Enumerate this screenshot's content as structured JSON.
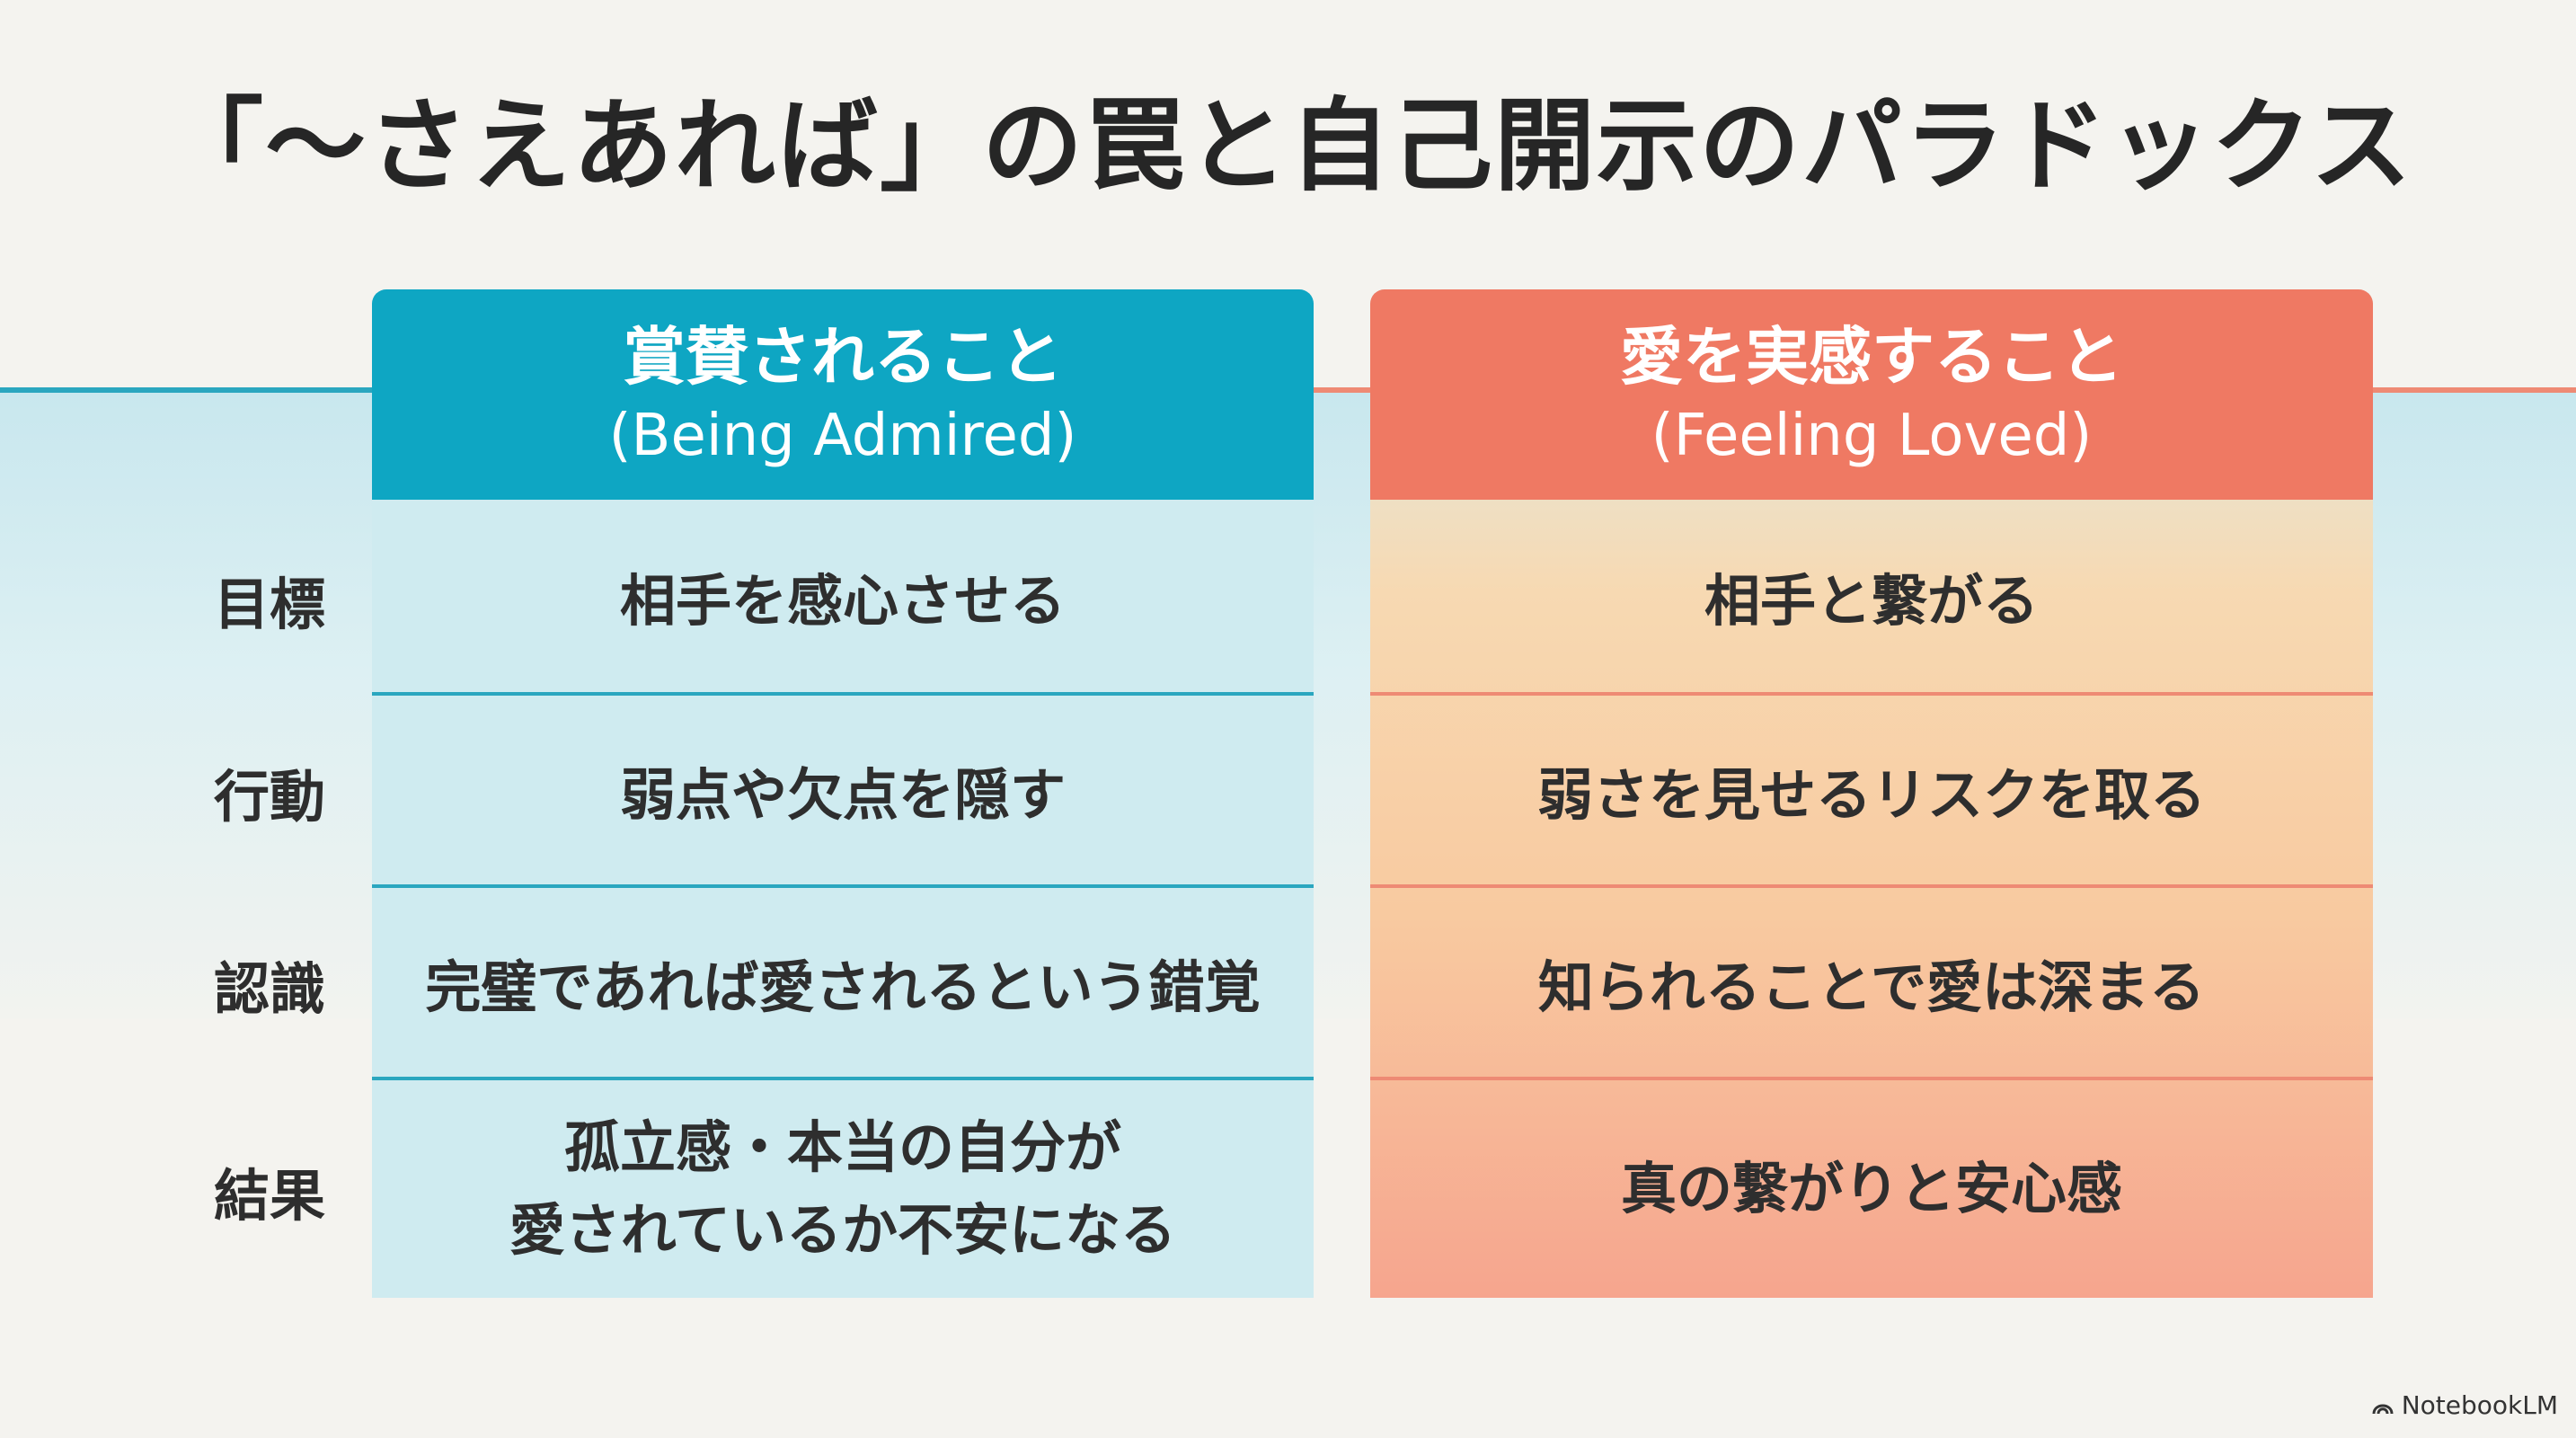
{
  "title": "「～さえあれば」の罠と自己開示のパラドックス",
  "columns": [
    {
      "heading": "賞賛されること",
      "subheading": "(Being Admired)",
      "cells": [
        "相手を感心させる",
        "弱点や欠点を隠す",
        "完璧であれば愛されるという錯覚",
        "孤立感・本当の自分が",
        "愛されているか不安になる"
      ]
    },
    {
      "heading": "愛を実感すること",
      "subheading": "(Feeling Loved)",
      "cells": [
        "相手と繋がる",
        "弱さを見せるリスクを取る",
        "知られることで愛は深まる",
        "真の繋がりと安心感"
      ]
    }
  ],
  "row_labels": [
    "目標",
    "行動",
    "認識",
    "結果"
  ],
  "watermark": "NotebookLM",
  "colors": {
    "left_header": "#0ea6c3",
    "right_header": "#ef7963",
    "left_body": "#cfebf0",
    "background": "#f4f3ef"
  }
}
